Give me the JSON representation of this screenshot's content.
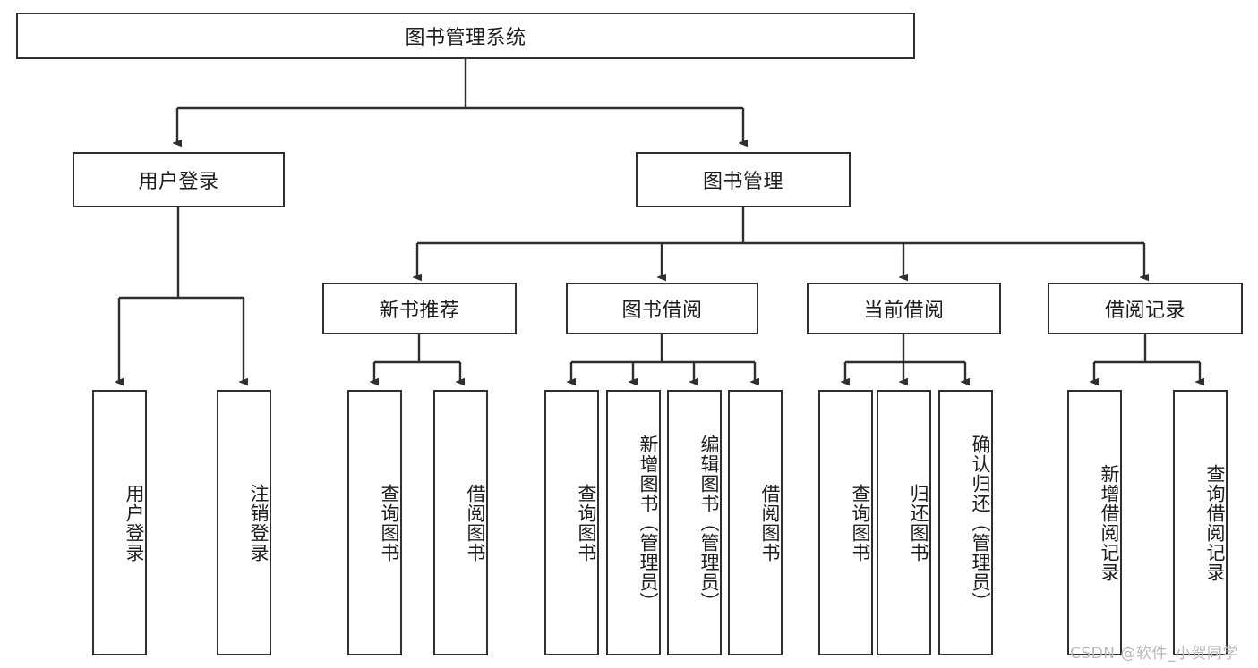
{
  "diagram": {
    "title_node": {
      "label": "图书管理系统"
    },
    "level2": [
      {
        "label": "用户登录"
      },
      {
        "label": "图书管理"
      }
    ],
    "level3": [
      {
        "label": "新书推荐"
      },
      {
        "label": "图书借阅"
      },
      {
        "label": "当前借阅"
      },
      {
        "label": "借阅记录"
      }
    ],
    "leaves": [
      {
        "label": "用户登录"
      },
      {
        "label": "注销登录"
      },
      {
        "label": "查询图书"
      },
      {
        "label": "借阅图书"
      },
      {
        "label": "查询图书"
      },
      {
        "label": "新增图书（管理员）"
      },
      {
        "label": "编辑图书（管理员）"
      },
      {
        "label": "借阅图书"
      },
      {
        "label": "查询图书"
      },
      {
        "label": "归还图书"
      },
      {
        "label": "确认归还（管理员）"
      },
      {
        "label": "新增借阅记录"
      },
      {
        "label": "查询借阅记录"
      }
    ],
    "watermark": "CSDN @软件_小贺同学",
    "colors": {
      "stroke": "#2f2f2f",
      "text": "#1d1d1d",
      "background": "#ffffff",
      "watermark": "#b9b9b9"
    }
  }
}
